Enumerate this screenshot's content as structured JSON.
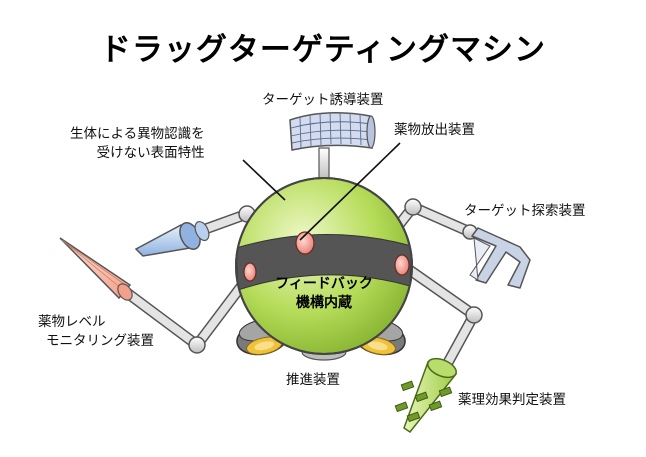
{
  "title": "ドラッグターゲティングマシン",
  "labels": {
    "target_guidance": "ターゲット誘導装置",
    "surface_line1": "生体による異物認識を",
    "surface_line2": "受けない表面特性",
    "drug_release": "薬物放出装置",
    "target_search": "ターゲット探索装置",
    "feedback_line1": "フィードバック",
    "feedback_line2": "機構内蔵",
    "drug_level_line1": "薬物レベル",
    "drug_level_line2": "モニタリング装置",
    "propulsion": "推進装置",
    "drug_effect": "薬理効果判定装置"
  },
  "colors": {
    "sphere": "#b6dc5a",
    "band": "#555555",
    "port": "#e57a6e",
    "antenna": "#d3dbee",
    "cone": "#f2a08a",
    "probe": "#8fb2e0",
    "thruster": "#f0c23c",
    "tool": "#9fcc45",
    "arm": "#dcdcdc"
  }
}
